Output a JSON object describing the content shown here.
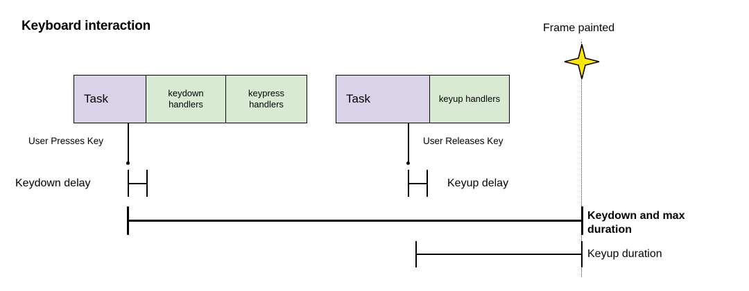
{
  "title": "Keyboard interaction",
  "frame_marker": {
    "label": "Frame painted",
    "icon": "star-icon",
    "star_fill": "#ffe600",
    "star_stroke": "#000000",
    "dotted_line_color": "#444444"
  },
  "colors": {
    "task_fill": "#d9d2e9",
    "handler_fill": "#d9ead3",
    "stroke": "#000000",
    "background": "#ffffff"
  },
  "timeline": {
    "groups": [
      {
        "name": "keydown-group",
        "boxes": [
          {
            "label": "Task",
            "kind": "task"
          },
          {
            "label": "keydown\nhandlers",
            "line1": "keydown",
            "line2": "handlers",
            "kind": "handler"
          },
          {
            "label": "keypress\nhandlers",
            "line1": "keypress",
            "line2": "handlers",
            "kind": "handler"
          }
        ]
      },
      {
        "name": "keyup-group",
        "boxes": [
          {
            "label": "Task",
            "kind": "task"
          },
          {
            "label": "keyup handlers",
            "line1": "keyup handlers",
            "line2": "",
            "kind": "handler"
          }
        ]
      }
    ]
  },
  "events": {
    "press": "User Presses Key",
    "release": "User Releases Key"
  },
  "measures": {
    "keydown_delay": "Keydown delay",
    "keyup_delay": "Keyup delay",
    "keydown_max_duration_line1": "Keydown and max",
    "keydown_max_duration_line2": "duration",
    "keyup_duration": "Keyup duration"
  }
}
